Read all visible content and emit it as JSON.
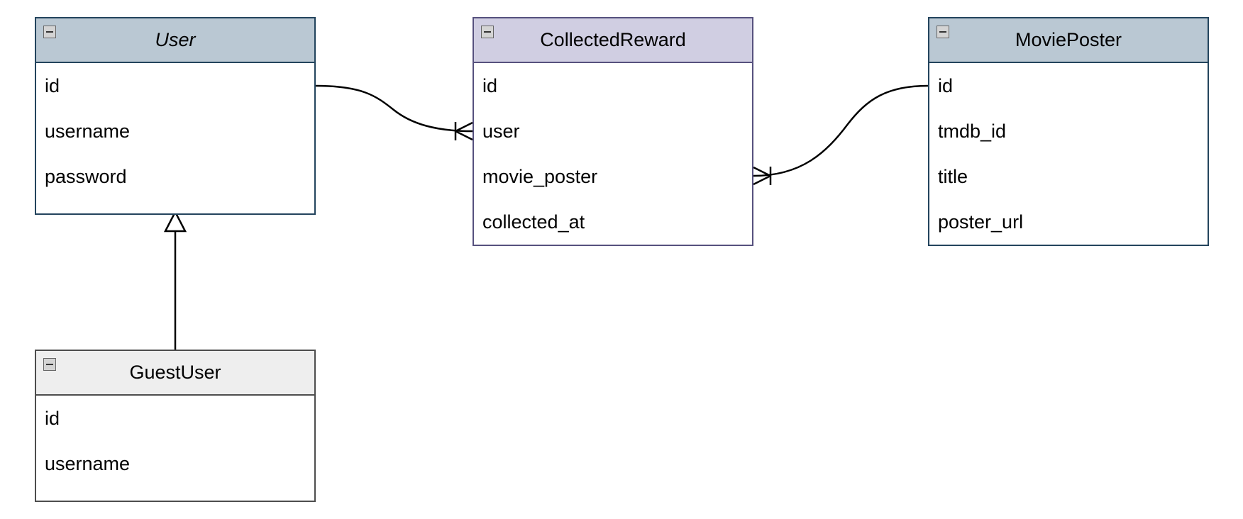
{
  "entities": {
    "user": {
      "title": "User",
      "fields": [
        "id",
        "username",
        "password"
      ]
    },
    "collected_reward": {
      "title": "CollectedReward",
      "fields": [
        "id",
        "user",
        "movie_poster",
        "collected_at"
      ]
    },
    "movie_poster": {
      "title": "MoviePoster",
      "fields": [
        "id",
        "tmdb_id",
        "title",
        "poster_url"
      ]
    },
    "guest_user": {
      "title": "GuestUser",
      "fields": [
        "id",
        "username"
      ]
    }
  },
  "relations": [
    {
      "from": "User.id",
      "to": "CollectedReward.user",
      "type": "one-to-many"
    },
    {
      "from": "MoviePoster.id",
      "to": "CollectedReward.movie_poster",
      "type": "one-to-many"
    },
    {
      "from": "GuestUser",
      "to": "User",
      "type": "inheritance"
    }
  ],
  "colors": {
    "header_blue": "#bac8d3",
    "border_blue": "#23445d",
    "header_purple": "#d0cee2",
    "border_purple": "#56517e",
    "header_gray": "#eeeeee",
    "border_gray": "#4d4d4d"
  }
}
